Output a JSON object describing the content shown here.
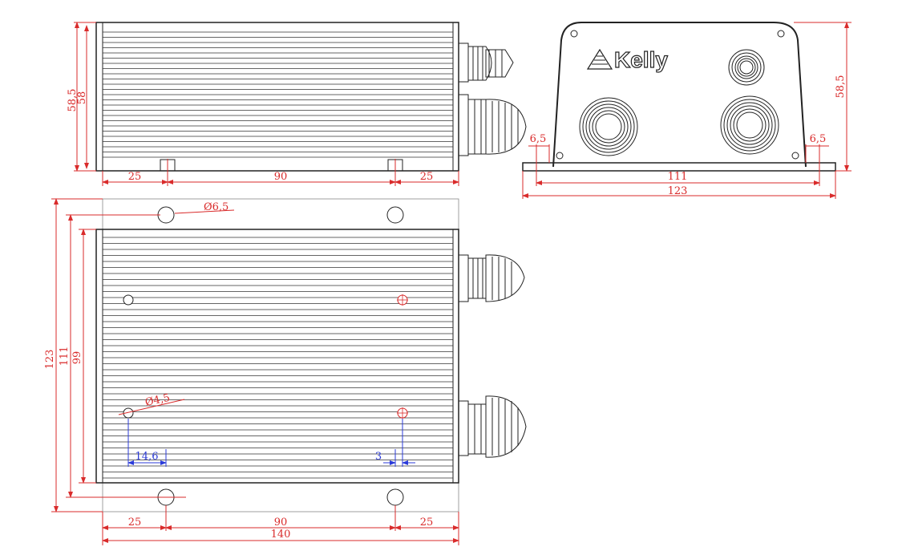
{
  "colors": {
    "outline": "#222222",
    "dimension_red": "#d92b2b",
    "dimension_blue": "#2b3bd9"
  },
  "side_view": {
    "height_dims": [
      "58,5",
      "58"
    ],
    "bottom_dims": [
      "25",
      "90",
      "25"
    ]
  },
  "front_view": {
    "logo": "Kelly",
    "side_dims": [
      "6,5",
      "6,5"
    ],
    "height_dim": "58,5",
    "width_dims": [
      "111",
      "123"
    ]
  },
  "top_view": {
    "hole_large": "Ø6,5",
    "hole_small": "Ø4,5",
    "left_dims": [
      "123",
      "111",
      "99"
    ],
    "offset_dims": [
      "14,6",
      "3"
    ],
    "bottom_dims": [
      "25",
      "90",
      "25"
    ],
    "total_width": "140"
  }
}
